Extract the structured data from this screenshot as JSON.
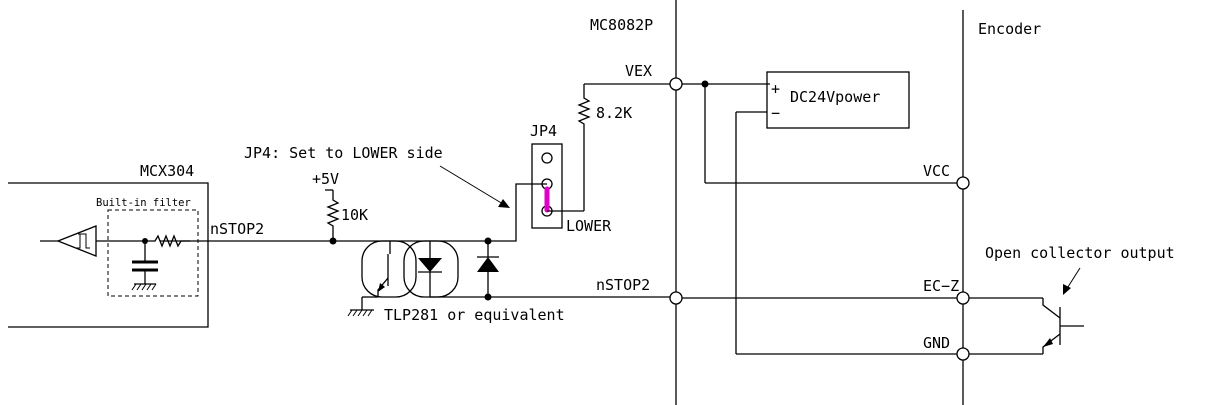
{
  "labels": {
    "mc8082p": "MC8082P",
    "encoder": "Encoder",
    "vex": "VEX",
    "r_pullup_vex": "8.2K",
    "power_plus": "+",
    "power_minus": "−",
    "power_supply": "DC24Vpower",
    "jp4_title": "JP4",
    "jp4_note": "JP4: Set to LOWER side",
    "jp4_lower": "LOWER",
    "plus5v": "+5V",
    "r_10k": "10K",
    "mcx304": "MCX304",
    "builtin_filter": "Built-in filter",
    "nstop2_left": "nSTOP2",
    "nstop2_right": "nSTOP2",
    "optocoupler": "TLP281 or equivalent",
    "vcc": "VCC",
    "ecz": "EC−Z",
    "gnd": "GND",
    "open_collector": "Open collector output"
  },
  "colors": {
    "wire": "#000000",
    "jumper": "#e000c8",
    "background": "#ffffff"
  }
}
